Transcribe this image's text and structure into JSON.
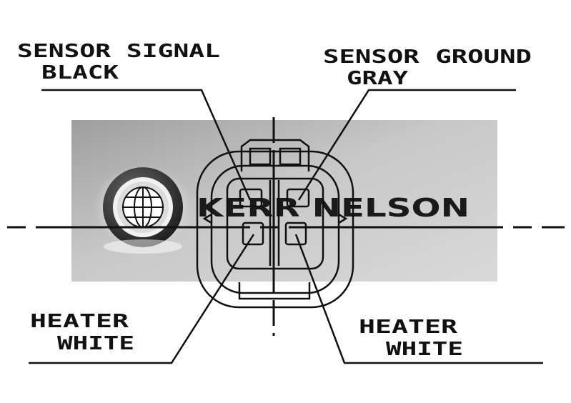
{
  "labels": {
    "sensor_signal": {
      "line1": "SENSOR SIGNAL",
      "line2": "BLACK"
    },
    "sensor_ground": {
      "line1": "SENSOR GROUND",
      "line2": "GRAY"
    },
    "heater_left": {
      "line1": "HEATER",
      "line2": "WHITE"
    },
    "heater_right": {
      "line1": "HEATER",
      "line2": "WHITE"
    }
  },
  "watermark": {
    "brand": "KERR NELSON",
    "logo_icon": "globe-icon"
  },
  "colors": {
    "ink": "#111111",
    "watermark_bg": "#bdbdbd"
  }
}
